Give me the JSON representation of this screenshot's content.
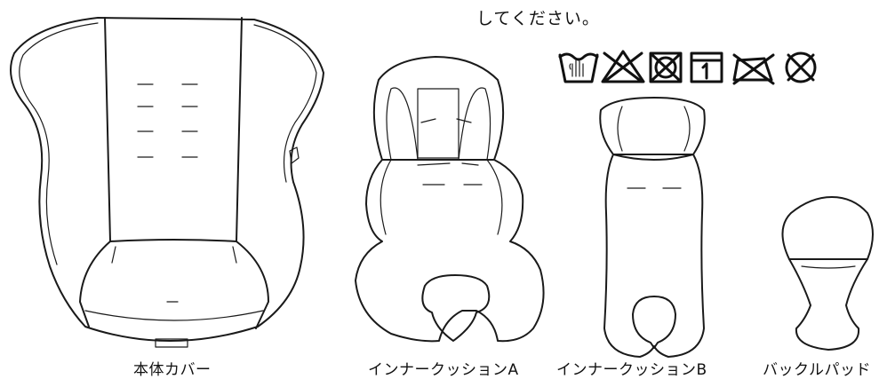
{
  "note": "してください。",
  "care_symbols": [
    {
      "icon": "hand-wash-icon",
      "label": ""
    },
    {
      "icon": "no-bleach-icon",
      "label": ""
    },
    {
      "icon": "no-tumble-dry-icon",
      "label": ""
    },
    {
      "icon": "line-dry-icon",
      "label": ""
    },
    {
      "icon": "no-iron-icon",
      "label": ""
    },
    {
      "icon": "no-dry-clean-icon",
      "label": ""
    }
  ],
  "parts": [
    {
      "id": "main-cover",
      "label": "本体カバー"
    },
    {
      "id": "inner-cushion-a",
      "label": "インナークッションA"
    },
    {
      "id": "inner-cushion-b",
      "label": "インナークッションB"
    },
    {
      "id": "buckle-pad",
      "label": "バックルパッド"
    }
  ]
}
